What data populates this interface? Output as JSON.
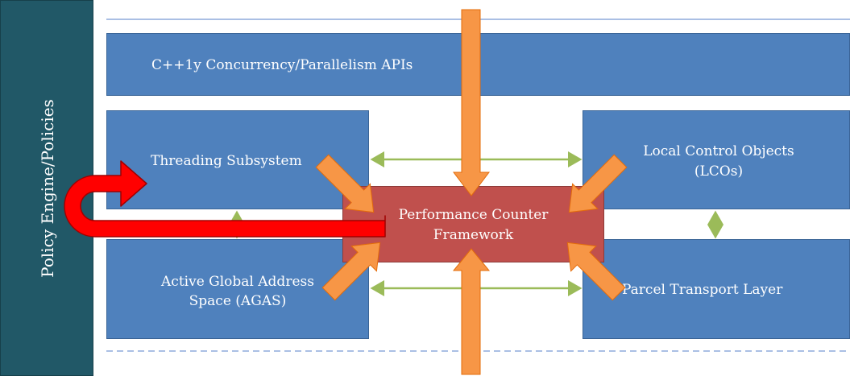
{
  "policy": {
    "label": "Policy Engine/Policies"
  },
  "apis": {
    "label": "C++1y Concurrency/Parallelism APIs"
  },
  "threading": {
    "label": "Threading Subsystem"
  },
  "agas": {
    "line1": "Active Global Address",
    "line2": "Space (AGAS)"
  },
  "lco": {
    "line1": "Local Control Objects",
    "line2": "(LCOs)"
  },
  "parcel": {
    "label": "Parcel Transport Layer"
  },
  "pcf": {
    "line1": "Performance Counter",
    "line2": "Framework"
  },
  "colors": {
    "box_blue": "#4f81bd",
    "policy_teal": "#215867",
    "pcf_red": "#c0504d",
    "arrow_orange": "#f79646",
    "feedback_red": "#ff0000",
    "connector_green": "#9bbb59"
  }
}
